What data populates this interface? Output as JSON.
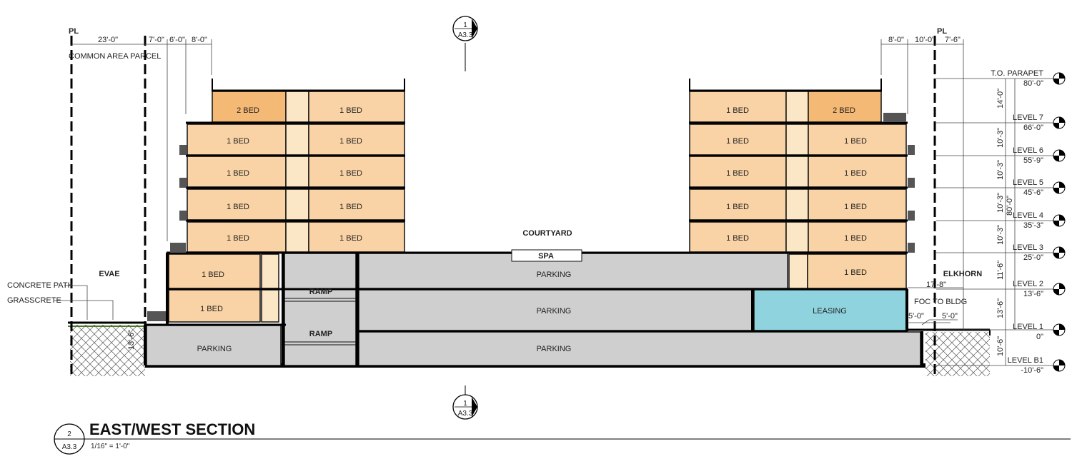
{
  "title": "EAST/WEST SECTION",
  "scale": "1/16\" = 1'-0\"",
  "detail_tag": {
    "number": "2",
    "sheet": "A3.3"
  },
  "section_marker": {
    "number": "1",
    "sheet": "A3.3"
  },
  "property_line": "PL",
  "common_area": "COMMON AREA PARCEL",
  "streets": {
    "west": "EVAE",
    "east": "ELKHORN"
  },
  "courtyard": "COURTYARD",
  "spa": "SPA",
  "labels": {
    "concrete_path": "CONCRETE PATH",
    "grasscrete": "GRASSCRETE",
    "foc": "FOC TO BLDG",
    "ramp": "RAMP",
    "parking": "PARKING",
    "leasing": "LEASING",
    "one_bed": "1 BED",
    "two_bed": "2 BED"
  },
  "dims_top_left": [
    "23'-0\"",
    "7'-0\"",
    "6'-0\"",
    "8'-0\""
  ],
  "dims_top_right": [
    "8'-0\"",
    "10'-0\"",
    "7'-6\""
  ],
  "dims_right": {
    "d17": "17'-8\"",
    "d5a": "5'-0\"",
    "d5b": "5'-0\"",
    "left_b": "13'-6\"",
    "overall": "80'-0\""
  },
  "floor_heights": [
    "14'-0\"",
    "10'-3\"",
    "10'-3\"",
    "10'-3\"",
    "10'-3\"",
    "11'-6\"",
    "13'-6\"",
    "10'-6\""
  ],
  "levels": [
    {
      "name": "T.O. PARAPET",
      "elev": "80'-0\""
    },
    {
      "name": "LEVEL 7",
      "elev": "66'-0\""
    },
    {
      "name": "LEVEL 6",
      "elev": "55'-9\""
    },
    {
      "name": "LEVEL 5",
      "elev": "45'-6\""
    },
    {
      "name": "LEVEL 4",
      "elev": "35'-3\""
    },
    {
      "name": "LEVEL 3",
      "elev": "25'-0\""
    },
    {
      "name": "LEVEL 2",
      "elev": "13'-6\""
    },
    {
      "name": "LEVEL 1",
      "elev": "0\""
    },
    {
      "name": "LEVEL B1",
      "elev": "-10'-6\""
    }
  ]
}
